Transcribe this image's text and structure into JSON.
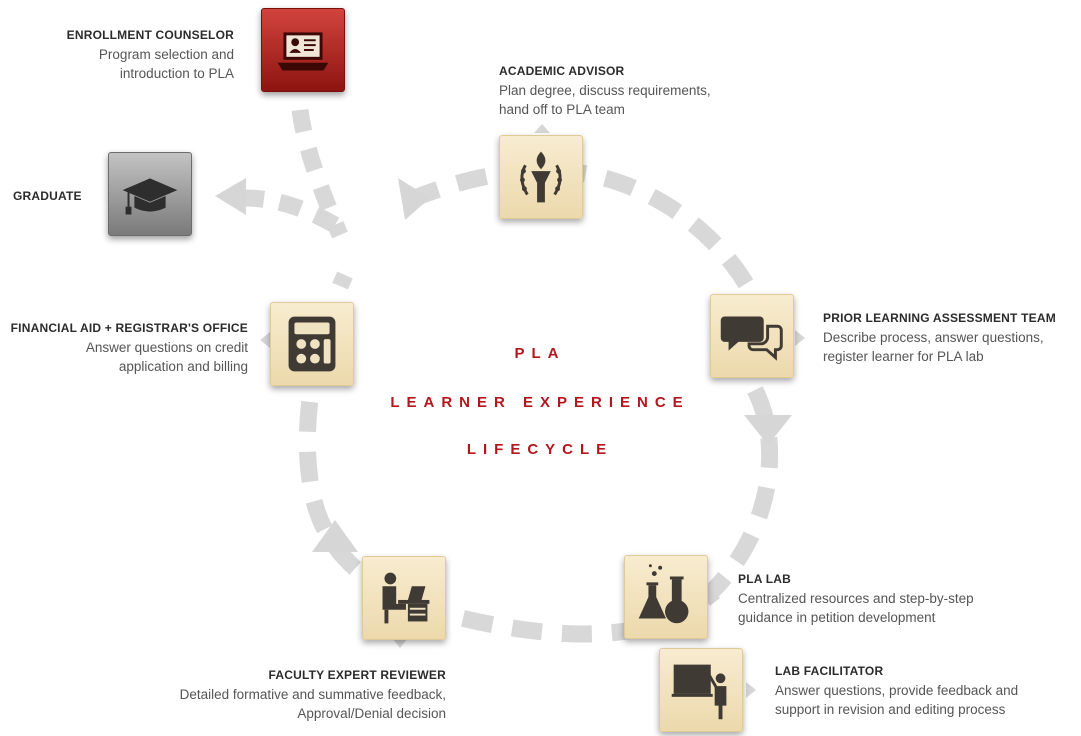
{
  "title": {
    "line1": "PLA",
    "line2": "LEARNER EXPERIENCE",
    "line3": "LIFECYCLE"
  },
  "colors": {
    "title_red": "#b3171d",
    "node_cream": "#ecd9ac",
    "node_red": "#b3221d",
    "node_grey": "#8a8a8a",
    "arrow_grey": "#d6d6d6",
    "icon_dark": "#3f3a33"
  },
  "nodes": {
    "enrollment": {
      "title": "ENROLLMENT COUNSELOR",
      "desc1": "Program selection and",
      "desc2": "introduction to PLA",
      "icon": "id-card-laptop-icon"
    },
    "advisor": {
      "title": "ACADEMIC ADVISOR",
      "desc1": "Plan degree, discuss requirements,",
      "desc2": "hand off to PLA team",
      "icon": "torch-laurel-icon"
    },
    "graduate": {
      "title": "GRADUATE",
      "icon": "graduation-cap-icon"
    },
    "pla_team": {
      "title": "PRIOR LEARNING ASSESSMENT TEAM",
      "desc1": "Describe process, answer questions,",
      "desc2": "register learner for PLA lab",
      "icon": "speech-bubbles-icon"
    },
    "financial": {
      "title": "FINANCIAL AID + REGISTRAR'S OFFICE",
      "desc1": "Answer questions on credit",
      "desc2": "application and billing",
      "icon": "calculator-icon"
    },
    "pla_lab": {
      "title": "PLA LAB",
      "desc1": "Centralized resources and step-by-step",
      "desc2": "guidance in petition development",
      "icon": "lab-flasks-icon"
    },
    "faculty": {
      "title": "FACULTY EXPERT REVIEWER",
      "desc1": "Detailed formative and summative feedback,",
      "desc2": "Approval/Denial decision",
      "icon": "desk-reviewer-icon"
    },
    "facilitator": {
      "title": "LAB FACILITATOR",
      "desc1": "Answer questions, provide feedback and",
      "desc2": "support in revision and editing process",
      "icon": "chalkboard-teacher-icon"
    }
  }
}
